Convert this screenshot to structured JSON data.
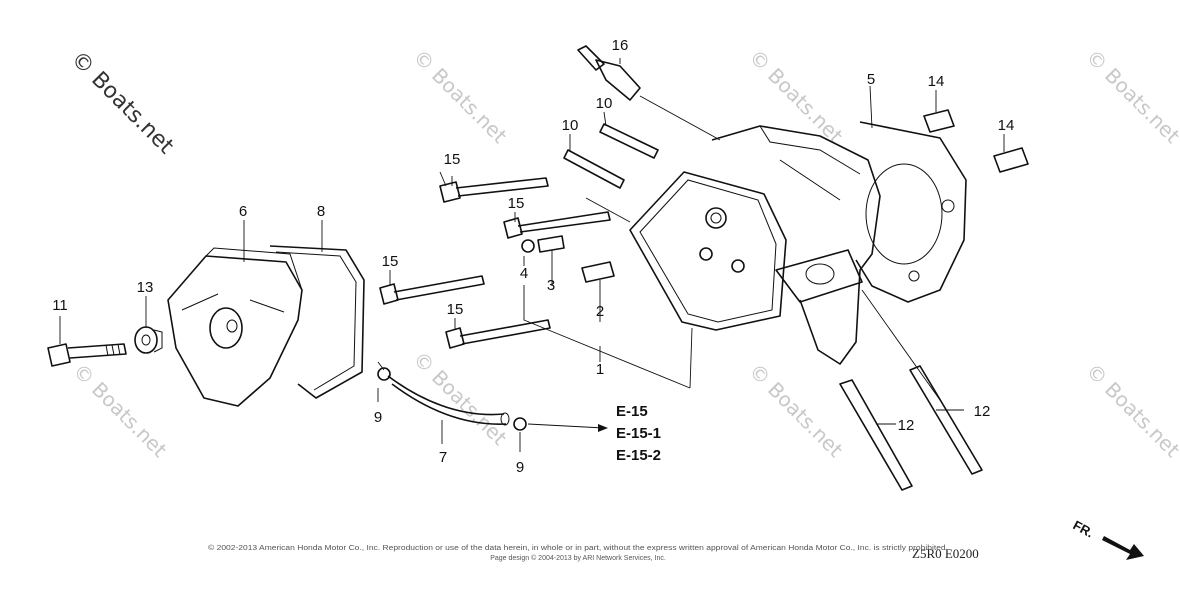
{
  "watermark": {
    "text": "© Boats.net"
  },
  "callouts": {
    "c1": "1",
    "c2": "2",
    "c3": "3",
    "c4": "4",
    "c5": "5",
    "c6": "6",
    "c7": "7",
    "c8": "8",
    "c9a": "9",
    "c9b": "9",
    "c10a": "10",
    "c10b": "10",
    "c11": "11",
    "c12a": "12",
    "c12b": "12",
    "c13": "13",
    "c14a": "14",
    "c14b": "14",
    "c15a": "15",
    "c15b": "15",
    "c15c": "15",
    "c15d": "15",
    "c16": "16"
  },
  "references": [
    "E-15",
    "E-15-1",
    "E-15-2"
  ],
  "footer": {
    "copyright_line1": "© 2002-2013 American Honda Motor Co., Inc. Reproduction or use of the data herein, in whole or in part, without the express written approval of American Honda Motor Co., Inc. is strictly prohibited.",
    "copyright_line2": "Page design © 2004-2013 by ARI Network Services, Inc.",
    "diagram_code": "Z5R0   E0200",
    "direction_label": "FR."
  }
}
